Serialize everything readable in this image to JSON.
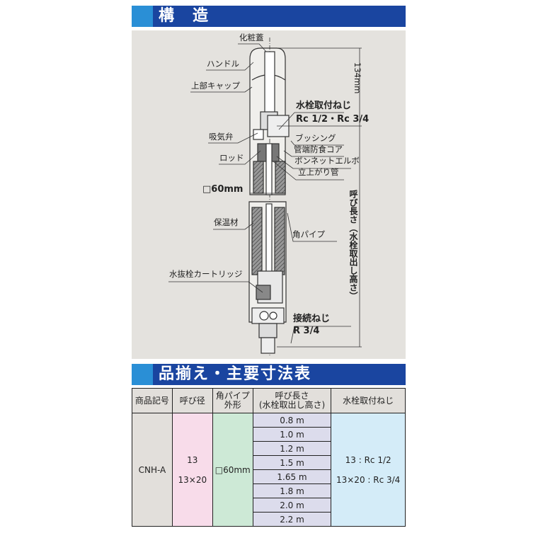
{
  "sections": {
    "structure_title": "構　造",
    "lineup_title": "品揃え・主要寸法表"
  },
  "colors": {
    "header_bg": "#1a45a0",
    "header_accent": "#2a8fd6",
    "diagram_bg": "#e4e2de"
  },
  "diagram": {
    "labels": {
      "cosmetic_cover": "化粧蓋",
      "handle": "ハンドル",
      "upper_cap": "上部キャップ",
      "faucet_thread_title": "水栓取付ねじ",
      "faucet_thread_value": "Rc 1/2・Rc 3/4",
      "intake_valve": "吸気弁",
      "bushing": "ブッシング",
      "pipe_end_core": "管端防食コア",
      "rod": "ロッド",
      "bonnet_elbow": "ボンネットエルボ",
      "riser_pipe": "立上がり管",
      "pipe_size": "□60mm",
      "top_dimension": "134mm",
      "insulation": "保温材",
      "square_pipe": "角パイプ",
      "drain_cartridge": "水抜栓カートリッジ",
      "nominal_length": "呼び長さ（水栓取出し高さ）",
      "connection_thread_title": "接続ねじ",
      "connection_thread_value": "R 3/4"
    }
  },
  "table": {
    "headers": [
      "商品記号",
      "呼び径",
      "角パイプ外形",
      "呼び長さ（水栓取出し高さ）",
      "水栓取付ねじ"
    ],
    "header_lines": {
      "col3": [
        "角パイプ",
        "外形"
      ],
      "col4": [
        "呼び長さ",
        "(水栓取出し高さ)"
      ]
    },
    "model": "CNH-A",
    "diameter": [
      "13",
      "13×20"
    ],
    "pipe_outer": "□60mm",
    "lengths": [
      "0.8 m",
      "1.0 m",
      "1.2 m",
      "1.5 m",
      "1.65 m",
      "1.8 m",
      "2.0 m",
      "2.2 m"
    ],
    "threads": [
      "13 : Rc 1/2",
      "13×20 : Rc 3/4"
    ]
  }
}
